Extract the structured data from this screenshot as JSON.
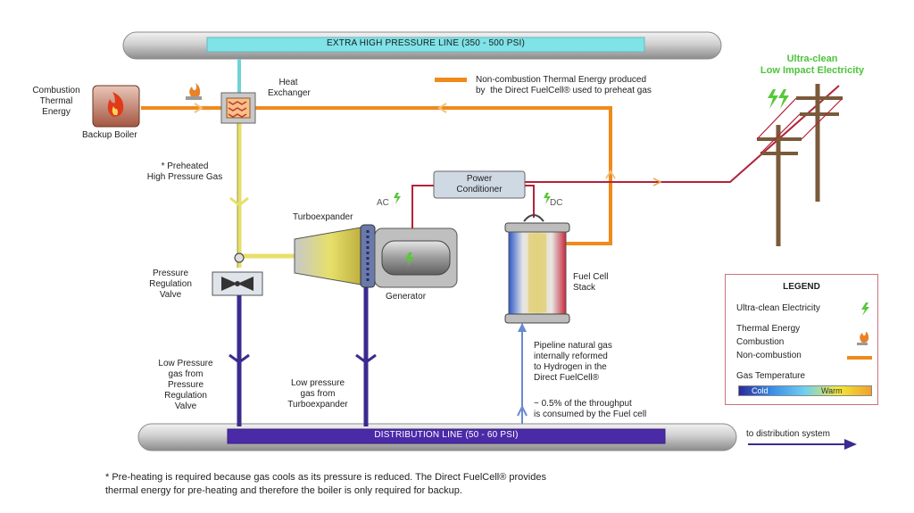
{
  "pipes": {
    "high_pressure_line": "EXTRA HIGH PRESSURE LINE (350 - 500 PSI)",
    "distribution_line": "DISTRIBUTION LINE (50 - 60 PSI)"
  },
  "labels": {
    "combustion_thermal_energy": "Combustion\nThermal\nEnergy",
    "backup_boiler": "Backup Boiler",
    "heat_exchanger": "Heat\nExchanger",
    "non_combustion_note": "Non-combustion Thermal Energy produced\nby  the Direct FuelCell® used to preheat gas",
    "preheated_gas": "* Preheated\nHigh Pressure Gas",
    "turboexpander": "Turboexpander",
    "power_conditioner": "Power\nConditioner",
    "ac": "AC",
    "dc": "DC",
    "pressure_regulation_valve": "Pressure\nRegulation\nValve",
    "generator": "Generator",
    "fuel_cell_stack": "Fuel Cell\nStack",
    "low_pressure_from_valve": "Low Pressure\ngas from\nPressure\nRegulation\nValve",
    "low_pressure_from_turbo": "Low pressure\ngas from\nTurboexpander",
    "pipeline_gas_note": "Pipeline natural gas\ninternally reformed\nto Hydrogen in the\nDirect FuelCell®",
    "throughput_note": "~ 0.5% of the throughput\nis consumed by the Fuel cell",
    "to_distribution": "to distribution system",
    "ultra_clean_title": "Ultra-clean\nLow Impact Electricity"
  },
  "legend": {
    "title": "LEGEND",
    "ultra_clean": "Ultra-clean Electricity",
    "thermal_energy": "Thermal Energy",
    "combustion": "Combustion",
    "non_combustion": "Non-combustion",
    "gas_temperature": "Gas Temperature",
    "cold": "Cold",
    "warm": "Warm"
  },
  "footnote": "* Pre-heating is required because gas cools as its pressure is reduced. The Direct FuelCell® provides\nthermal energy for pre-heating and therefore the boiler is only required for backup.",
  "colors": {
    "high_pressure_fill": "#7fe3e8",
    "distribution_fill": "#4b2aa8",
    "thermal_orange": "#f08a1c",
    "electric_red": "#b2233a",
    "cold_purple": "#3b2b8f",
    "warm_yellow": "#e8df6a",
    "green": "#4cc43a"
  },
  "icons": [
    "boiler-flame-icon",
    "flame-icon",
    "lightning-icon",
    "heat-exchanger-icon",
    "utility-pole-icon",
    "arrow-right-icon"
  ]
}
